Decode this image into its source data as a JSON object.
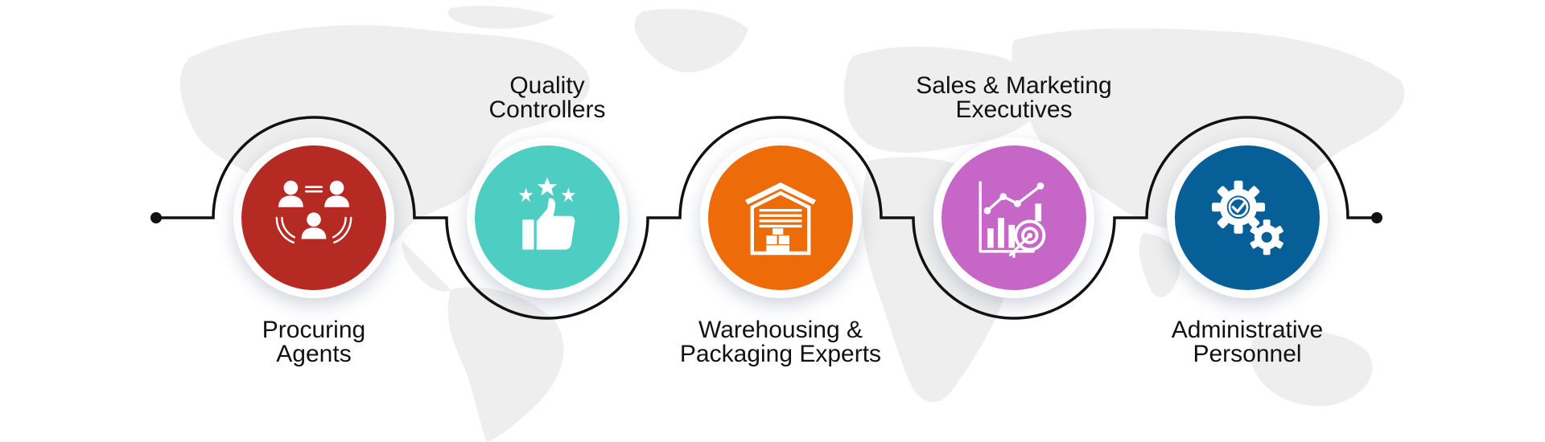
{
  "colors": {
    "line": "#111111",
    "map": "#eeeeee",
    "procuring": "#b52a23",
    "quality": "#4ecec3",
    "warehousing": "#ee6b0a",
    "sales": "#c667c8",
    "admin": "#075f98"
  },
  "stages": [
    {
      "icon": "team-collaboration-icon",
      "lines": [
        "Procuring",
        "Agents"
      ]
    },
    {
      "icon": "thumbs-up-stars-icon",
      "lines": [
        "Quality",
        "Controllers"
      ]
    },
    {
      "icon": "warehouse-icon",
      "lines": [
        "Warehousing &",
        "Packaging Experts"
      ]
    },
    {
      "icon": "growth-chart-target-icon",
      "lines": [
        "Sales & Marketing",
        "Executives"
      ]
    },
    {
      "icon": "gears-check-icon",
      "lines": [
        "Administrative",
        "Personnel"
      ]
    }
  ]
}
